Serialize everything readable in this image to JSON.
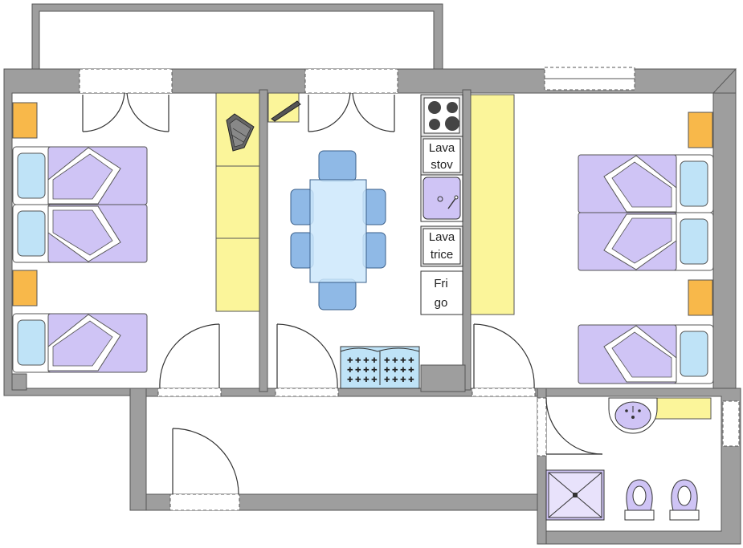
{
  "appliances": {
    "dishwasher": {
      "line1": "Lava",
      "line2": "stov"
    },
    "washing_machine": {
      "line1": "Lava",
      "line2": "trice"
    },
    "fridge": {
      "line1": "Fri",
      "line2": "go"
    }
  },
  "colors": {
    "wall": "#9e9e9e",
    "wall_edge": "#555555",
    "bed_cover": "#cfc4f5",
    "pillow": "#bfe3f7",
    "nightstand": "#f8b84a",
    "wardrobe": "#fbf59a",
    "table": "#cde8fb",
    "chair": "#8fb9e6",
    "appliance": "#e6e6e6",
    "sofa": "#bfe3f7"
  }
}
